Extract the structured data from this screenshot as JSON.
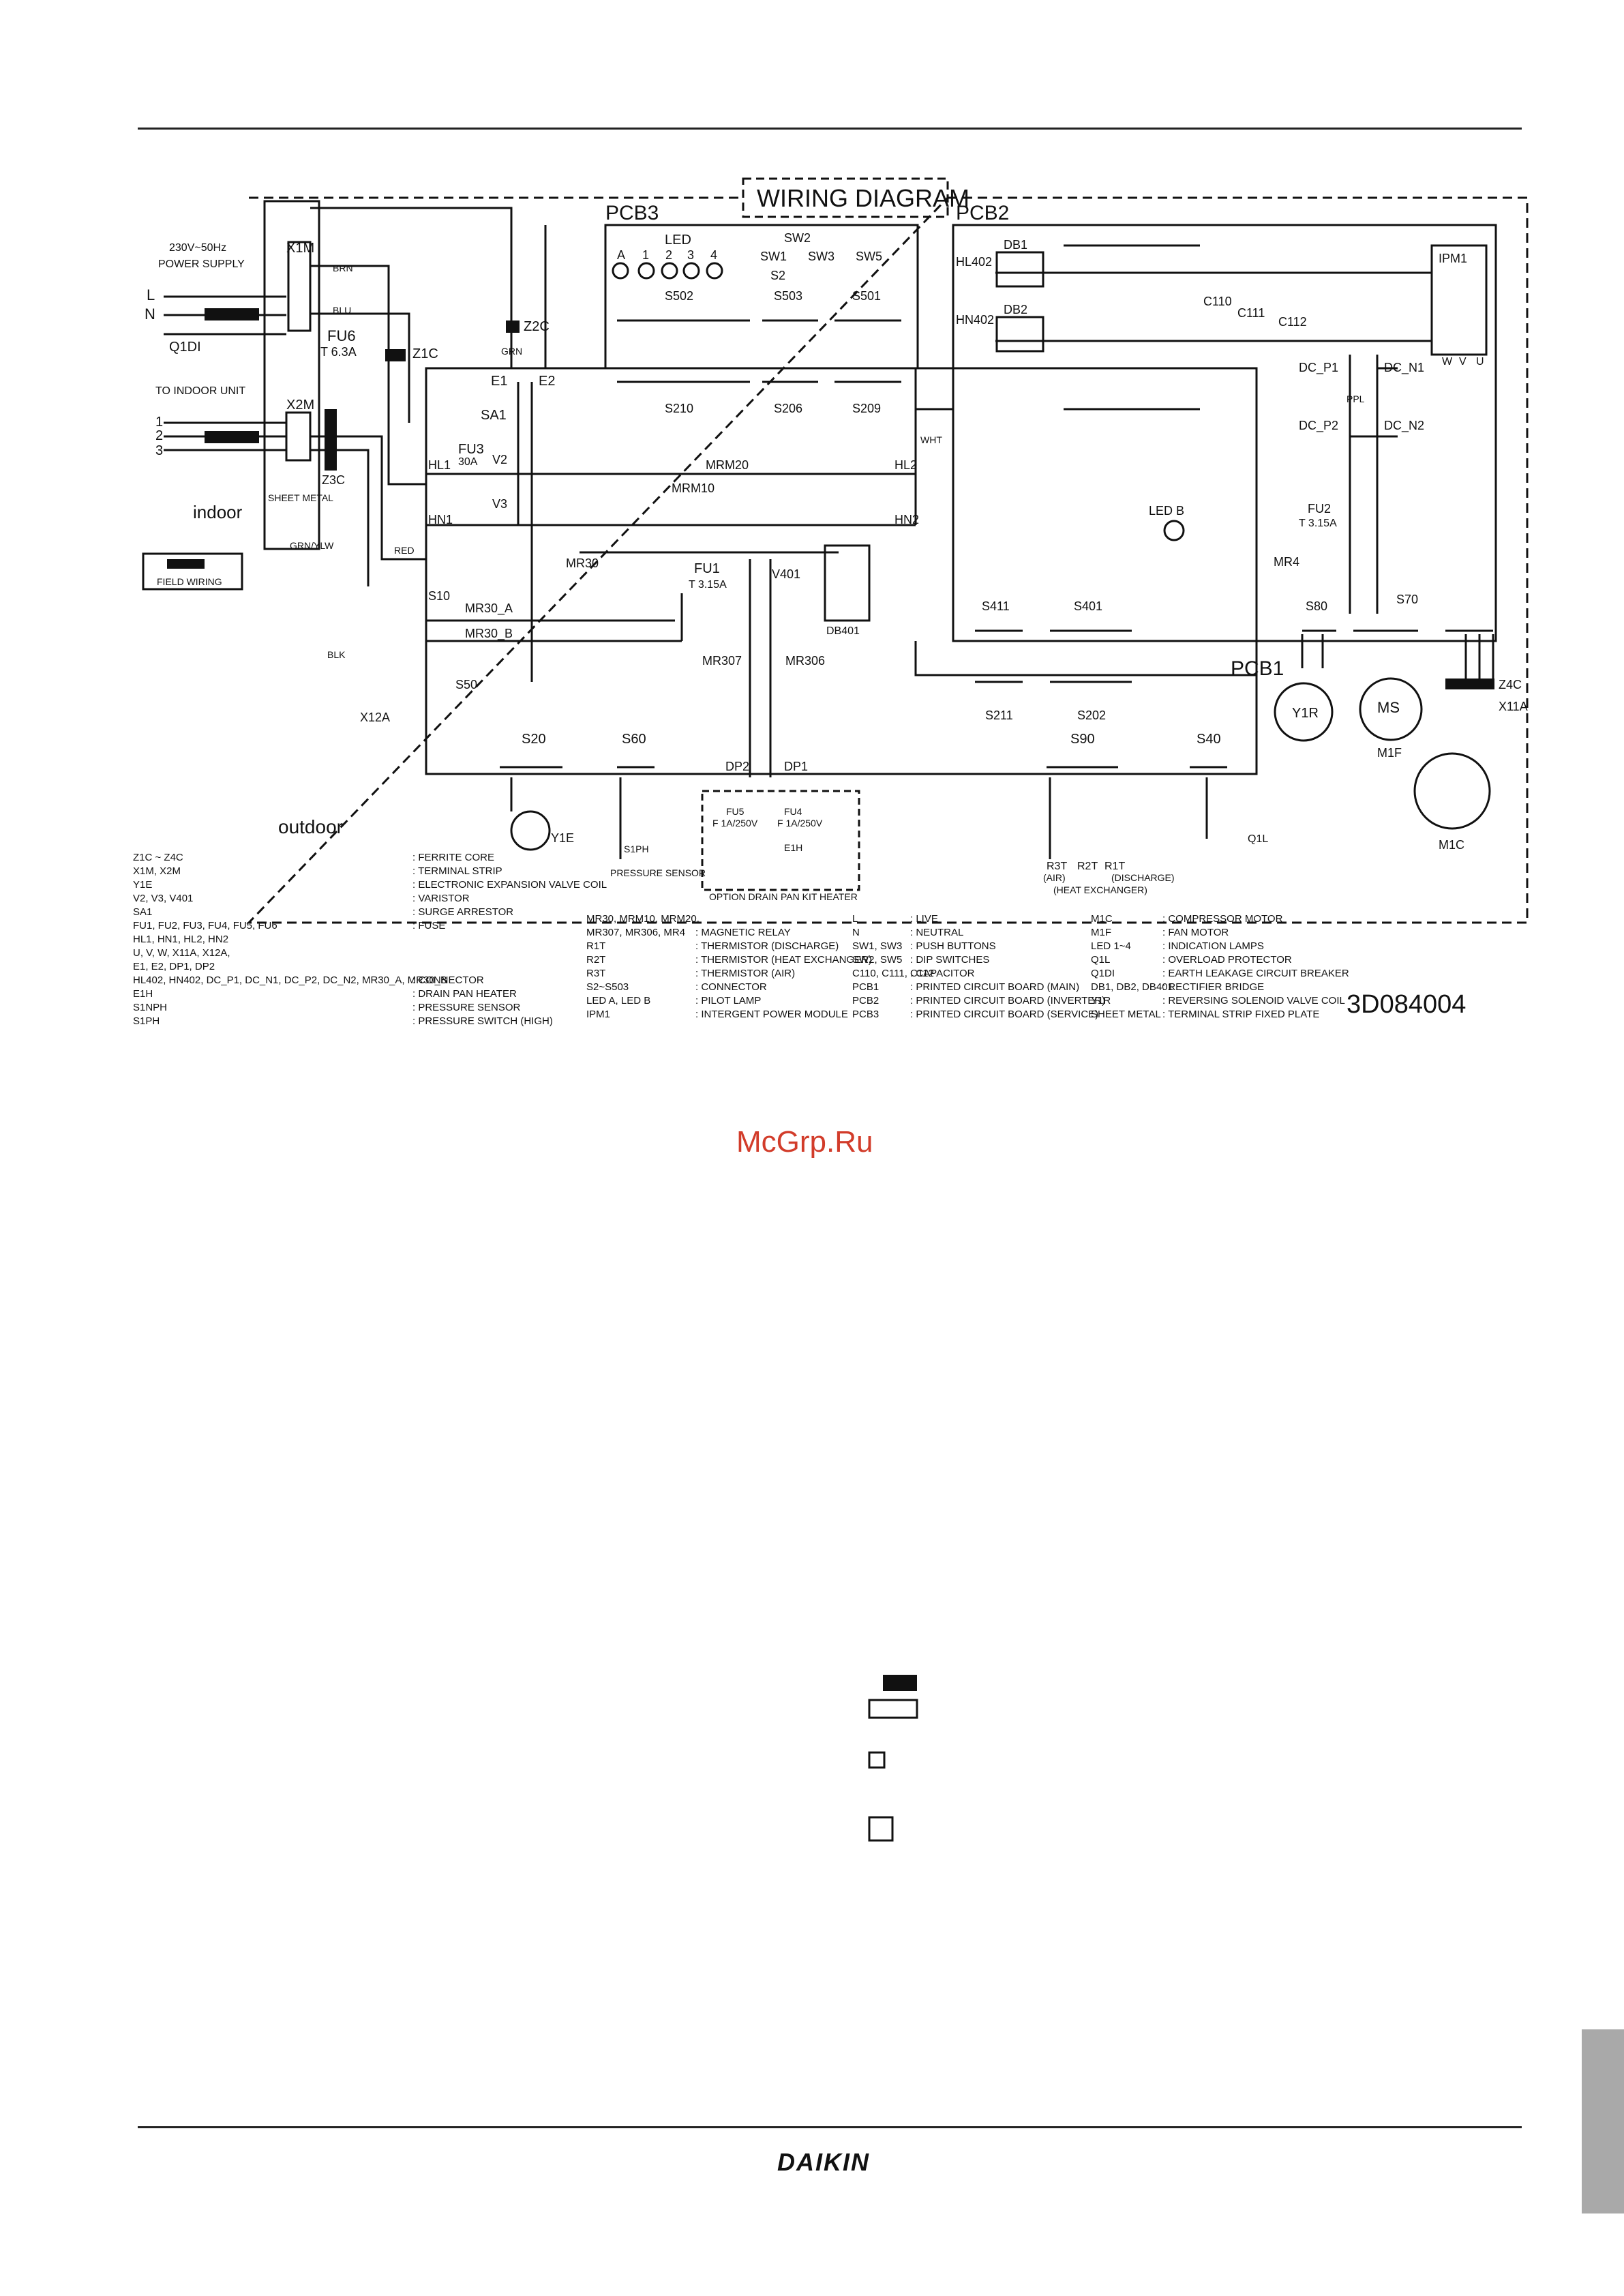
{
  "title": "WIRING DIAGRAM",
  "drawing_number": "3D084004",
  "watermark": "McGrp.Ru",
  "brand": "DAIKIN",
  "boards": {
    "pcb1": "PCB1",
    "pcb2": "PCB2",
    "pcb3": "PCB3"
  },
  "zones": {
    "indoor": "indoor",
    "outdoor": "outdoor"
  },
  "supply": {
    "power": "230V~50Hz",
    "power2": "POWER SUPPLY",
    "L": "L",
    "N": "N",
    "breaker": "Q1DI",
    "to_indoor": "TO INDOOR UNIT",
    "t1": "1",
    "t2": "2",
    "t3": "3",
    "x1m": "X1M",
    "x2m": "X2M",
    "sheet_metal": "SHEET METAL",
    "grn_ylw": "GRN/YLW",
    "field_wiring": "FIELD WIRING"
  },
  "labels": {
    "brn": "BRN",
    "blu": "BLU",
    "grn": "GRN",
    "red": "RED",
    "blk": "BLK",
    "wht": "WHT",
    "ppl": "PPL",
    "fu6": "FU6",
    "fu6_rating": "T 6.3A",
    "z1c": "Z1C",
    "z2c": "Z2C",
    "z3c": "Z3C",
    "z4c": "Z4C",
    "e1": "E1",
    "e2": "E2",
    "sa1": "SA1",
    "fu3": "FU3",
    "fu3_rating": "30A",
    "v2": "V2",
    "v3": "V3",
    "hl1": "HL1",
    "hn1": "HN1",
    "hl2": "HL2",
    "hn2": "HN2",
    "mrm10": "MRM10",
    "mrm20": "MRM20",
    "mr30": "MR30",
    "fu1": "FU1",
    "fu1_rating": "T 3.15A",
    "v401": "V401",
    "db401": "DB401",
    "s10": "S10",
    "mr30a": "MR30_A",
    "mr30b": "MR30_B",
    "x12a": "X12A",
    "s50": "S50",
    "mr307": "MR307",
    "mr306": "MR306",
    "dp1": "DP1",
    "dp2": "DP2",
    "s20": "S20",
    "s60": "S60",
    "y1e": "Y1E",
    "s1ph": "S1PH",
    "pressure_sensor": "PRESSURE SENSOR",
    "fu4": "FU4",
    "fu4_rating": "F 1A/250V",
    "fu5": "FU5",
    "fu5_rating": "F 1A/250V",
    "e1h": "E1H",
    "drain_pan": "OPTION DRAIN PAN KIT HEATER",
    "led": "LED",
    "led_a": "A",
    "led_1": "1",
    "led_2": "2",
    "led_3": "3",
    "led_4": "4",
    "sw2": "SW2",
    "sw1": "SW1",
    "sw3": "SW3",
    "sw5": "SW5",
    "s2": "S2",
    "s502": "S502",
    "s503": "S503",
    "s501": "S501",
    "s210": "S210",
    "s206": "S206",
    "s209": "S209",
    "hl402": "HL402",
    "hn402": "HN402",
    "db1": "DB1",
    "db2": "DB2",
    "c110": "C110",
    "c111": "C111",
    "c112": "C112",
    "ipm1": "IPM1",
    "dc_p1": "DC_P1",
    "dc_n1": "DC_N1",
    "dc_p2": "DC_P2",
    "dc_n2": "DC_N2",
    "led_b": "LED B",
    "fu2": "FU2",
    "fu2_rating": "T 3.15A",
    "mr4": "MR4",
    "s411": "S411",
    "s401": "S401",
    "s211": "S211",
    "s202": "S202",
    "s80": "S80",
    "s70": "S70",
    "s90": "S90",
    "s40": "S40",
    "x11a": "X11A",
    "y1r": "Y1R",
    "m1f": "M1F",
    "m1c": "M1C",
    "ms": "MS",
    "q1l": "Q1L",
    "r3t": "R3T",
    "r2t": "R2T",
    "r1t": "R1T",
    "air": "(AIR)",
    "heat_exch": "(HEAT EXCHANGER)",
    "discharge": "(DISCHARGE)",
    "u": "U",
    "v": "V",
    "w": "W"
  },
  "legend_col1": [
    [
      "Z1C ~ Z4C",
      ": FERRITE CORE"
    ],
    [
      "X1M, X2M",
      ": TERMINAL STRIP"
    ],
    [
      "Y1E",
      ": ELECTRONIC EXPANSION VALVE COIL"
    ],
    [
      "V2, V3, V401",
      ": VARISTOR"
    ],
    [
      "SA1",
      ": SURGE ARRESTOR"
    ],
    [
      "FU1, FU2, FU3, FU4, FU5, FU6",
      ": FUSE"
    ],
    [
      "HL1, HN1, HL2, HN2",
      ""
    ],
    [
      "U, V, W, X11A, X12A,",
      ""
    ],
    [
      "E1, E2, DP1, DP2",
      ""
    ],
    [
      "HL402, HN402, DC_P1, DC_N1, DC_P2, DC_N2, MR30_A, MR30_B",
      ": CONNECTOR"
    ],
    [
      "E1H",
      ": DRAIN PAN HEATER"
    ],
    [
      "S1NPH",
      ": PRESSURE SENSOR"
    ],
    [
      "S1PH",
      ": PRESSURE SWITCH (HIGH)"
    ]
  ],
  "legend_col2": [
    [
      "MR30, MRM10, MRM20,",
      ""
    ],
    [
      "MR307, MR306, MR4",
      ": MAGNETIC RELAY"
    ],
    [
      "R1T",
      ": THERMISTOR (DISCHARGE)"
    ],
    [
      "R2T",
      ": THERMISTOR (HEAT EXCHANGER)"
    ],
    [
      "R3T",
      ": THERMISTOR (AIR)"
    ],
    [
      "S2~S503",
      ": CONNECTOR"
    ],
    [
      "LED A, LED B",
      ": PILOT LAMP"
    ],
    [
      "IPM1",
      ": INTERGENT POWER MODULE"
    ]
  ],
  "legend_col3": [
    [
      "L",
      ": LIVE"
    ],
    [
      "N",
      ": NEUTRAL"
    ],
    [
      "SW1, SW3",
      ": PUSH BUTTONS"
    ],
    [
      "SW2, SW5",
      ": DIP SWITCHES"
    ],
    [
      "C110, C111, C112",
      ": CAPACITOR"
    ],
    [
      "PCB1",
      ": PRINTED CIRCUIT BOARD (MAIN)"
    ],
    [
      "PCB2",
      ": PRINTED CIRCUIT BOARD (INVERTER)"
    ],
    [
      "PCB3",
      ": PRINTED CIRCUIT BOARD (SERVICE)"
    ]
  ],
  "legend_col4": [
    [
      "M1C",
      ": COMPRESSOR MOTOR"
    ],
    [
      "M1F",
      ": FAN MOTOR"
    ],
    [
      "LED 1~4",
      ": INDICATION LAMPS"
    ],
    [
      "Q1L",
      ": OVERLOAD PROTECTOR"
    ],
    [
      "Q1DI",
      ": EARTH LEAKAGE CIRCUIT BREAKER"
    ],
    [
      "DB1, DB2, DB401",
      ": RECTIFIER BRIDGE"
    ],
    [
      "Y1R",
      ": REVERSING SOLENOID VALVE COIL"
    ],
    [
      "SHEET METAL",
      ": TERMINAL STRIP FIXED PLATE"
    ]
  ]
}
